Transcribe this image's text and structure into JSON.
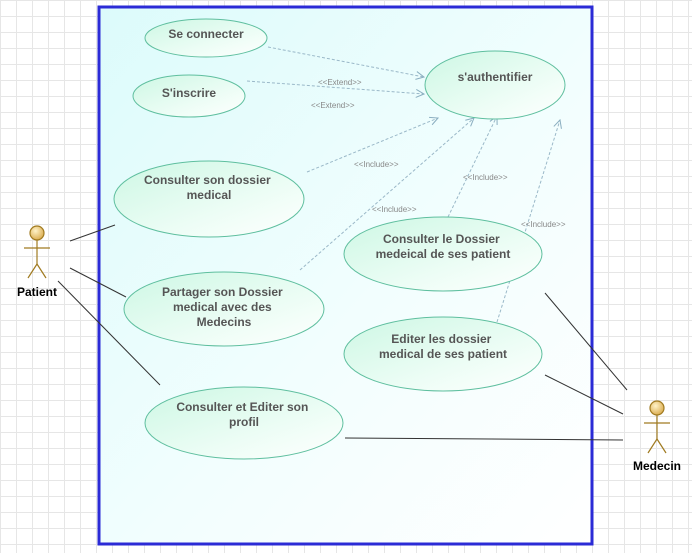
{
  "use_cases": {
    "se_connecter": [
      "Se connecter"
    ],
    "sinscrire": [
      "S'inscrire"
    ],
    "sauthentifier": [
      "s'authentifier"
    ],
    "consulter_dossier": [
      "Consulter son dossier",
      "medical"
    ],
    "partager_dossier": [
      "Partager son Dossier",
      "medical avec des",
      "Medecins"
    ],
    "consulter_dossier_patient": [
      "Consulter le Dossier",
      "medeical de ses patient"
    ],
    "editer_dossier_patient": [
      "Editer les dossier",
      "medical de ses patient"
    ],
    "consulter_editer_profil": [
      "Consulter et Editer son",
      "profil"
    ]
  },
  "relations": {
    "extend_1": "<<Extend>>",
    "extend_2": "<<Extend>>",
    "include_1": "<<Include>>",
    "include_2": "<<Include>>",
    "include_3": "<<Include>>",
    "include_4": "<<Include>>"
  },
  "actors": {
    "patient": "Patient",
    "medecin": "Medecin"
  },
  "colors": {
    "system_border": "#2b2bd6",
    "usecase_stroke": "#5fbf9f",
    "actor_fill": "#e8c37a",
    "actor_stroke": "#a07a20"
  }
}
